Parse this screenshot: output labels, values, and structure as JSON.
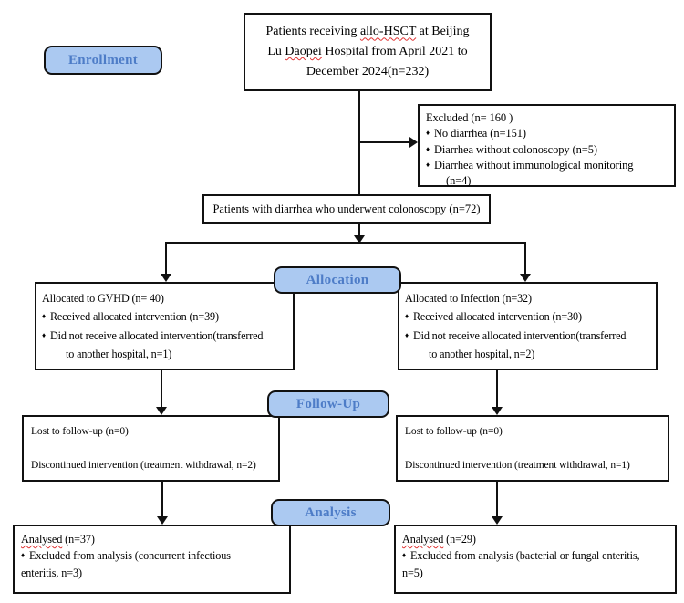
{
  "meta": {
    "bullet": "♦"
  },
  "colors": {
    "pill_bg": "#abc9f1",
    "pill_text": "#4d7cc7",
    "box_border": "#111111",
    "misspell_underline": "#e03131"
  },
  "pills": {
    "enrollment": "Enrollment",
    "allocation": "Allocation",
    "followup": "Follow-Up",
    "analysis": "Analysis"
  },
  "top_box": {
    "line1_pre": "Patients receiving ",
    "line1_wavy": "allo-HSCT",
    "line1_post": " at Beijing",
    "line2_pre": "Lu ",
    "line2_wavy": "Daopei",
    "line2_post": " Hospital from April 2021 to",
    "line3": "December 2024(n=232)"
  },
  "excluded_box": {
    "title": "Excluded  (n= 160 )",
    "bullets": [
      "No diarrhea (n=151)",
      "Diarrhea without colonoscopy (n=5)",
      "Diarrhea without immunological monitoring\n(n=4)"
    ]
  },
  "colonoscopy_box": {
    "text": "Patients with diarrhea who underwent colonoscopy (n=72)"
  },
  "alloc_left": {
    "title": "Allocated to GVHD (n= 40)",
    "bullets": [
      "Received allocated intervention (n=39)",
      "Did not receive allocated intervention(transferred\nto another hospital, n=1)"
    ]
  },
  "alloc_right": {
    "title": "Allocated to Infection (n=32)",
    "bullets": [
      "Received allocated intervention (n=30)",
      "Did not receive allocated intervention(transferred\nto another hospital, n=2)"
    ]
  },
  "followup_left": {
    "line1": "Lost to follow-up (n=0)",
    "line2": "Discontinued intervention (treatment withdrawal, n=2)"
  },
  "followup_right": {
    "line1": "Lost to follow-up (n=0)",
    "line2": "Discontinued intervention (treatment withdrawal, n=1)"
  },
  "analysis_left": {
    "title_wavy": "Analysed",
    "title_post": "  (n=37)",
    "bullet": "Excluded from analysis (concurrent infectious\nenteritis, n=3)"
  },
  "analysis_right": {
    "title_wavy": "Analysed",
    "title_post": "  (n=29)",
    "bullet": "Excluded from analysis (bacterial or fungal enteritis,\nn=5)"
  }
}
